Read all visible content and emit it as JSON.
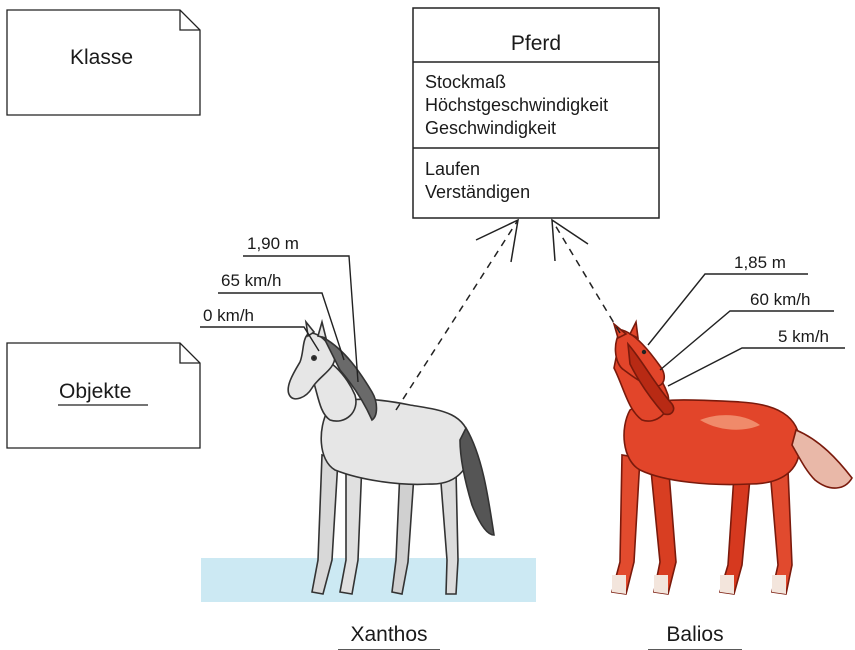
{
  "notes": {
    "class_note": "Klasse",
    "objects_note": "Objekte"
  },
  "class_box": {
    "name": "Pferd",
    "attributes": [
      "Stockmaß",
      "Höchstgeschwindigkeit",
      "Geschwindigkeit"
    ],
    "methods": [
      "Laufen",
      "Verständigen"
    ]
  },
  "objects": [
    {
      "name": "Xanthos",
      "color": "#e6e6e6",
      "values": {
        "height": "1,90 m",
        "max_speed": "65 km/h",
        "speed": "0 km/h"
      }
    },
    {
      "name": "Balios",
      "color": "#e2452a",
      "values": {
        "height": "1,85 m",
        "max_speed": "60 km/h",
        "speed": "5 km/h"
      }
    }
  ],
  "colors": {
    "water": "#cce9f3",
    "line": "#222222"
  }
}
